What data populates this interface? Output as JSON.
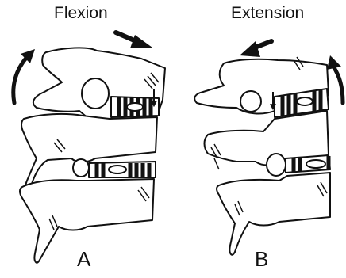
{
  "panels": [
    {
      "title": "Flexion",
      "letter": "A"
    },
    {
      "title": "Extension",
      "letter": "B"
    }
  ],
  "colors": {
    "ink": "#111111",
    "bone_fill": "#ffffff"
  },
  "icons": [
    "rotation-arrow-icon",
    "translation-arrow-icon",
    "compression-arrow-icon"
  ]
}
